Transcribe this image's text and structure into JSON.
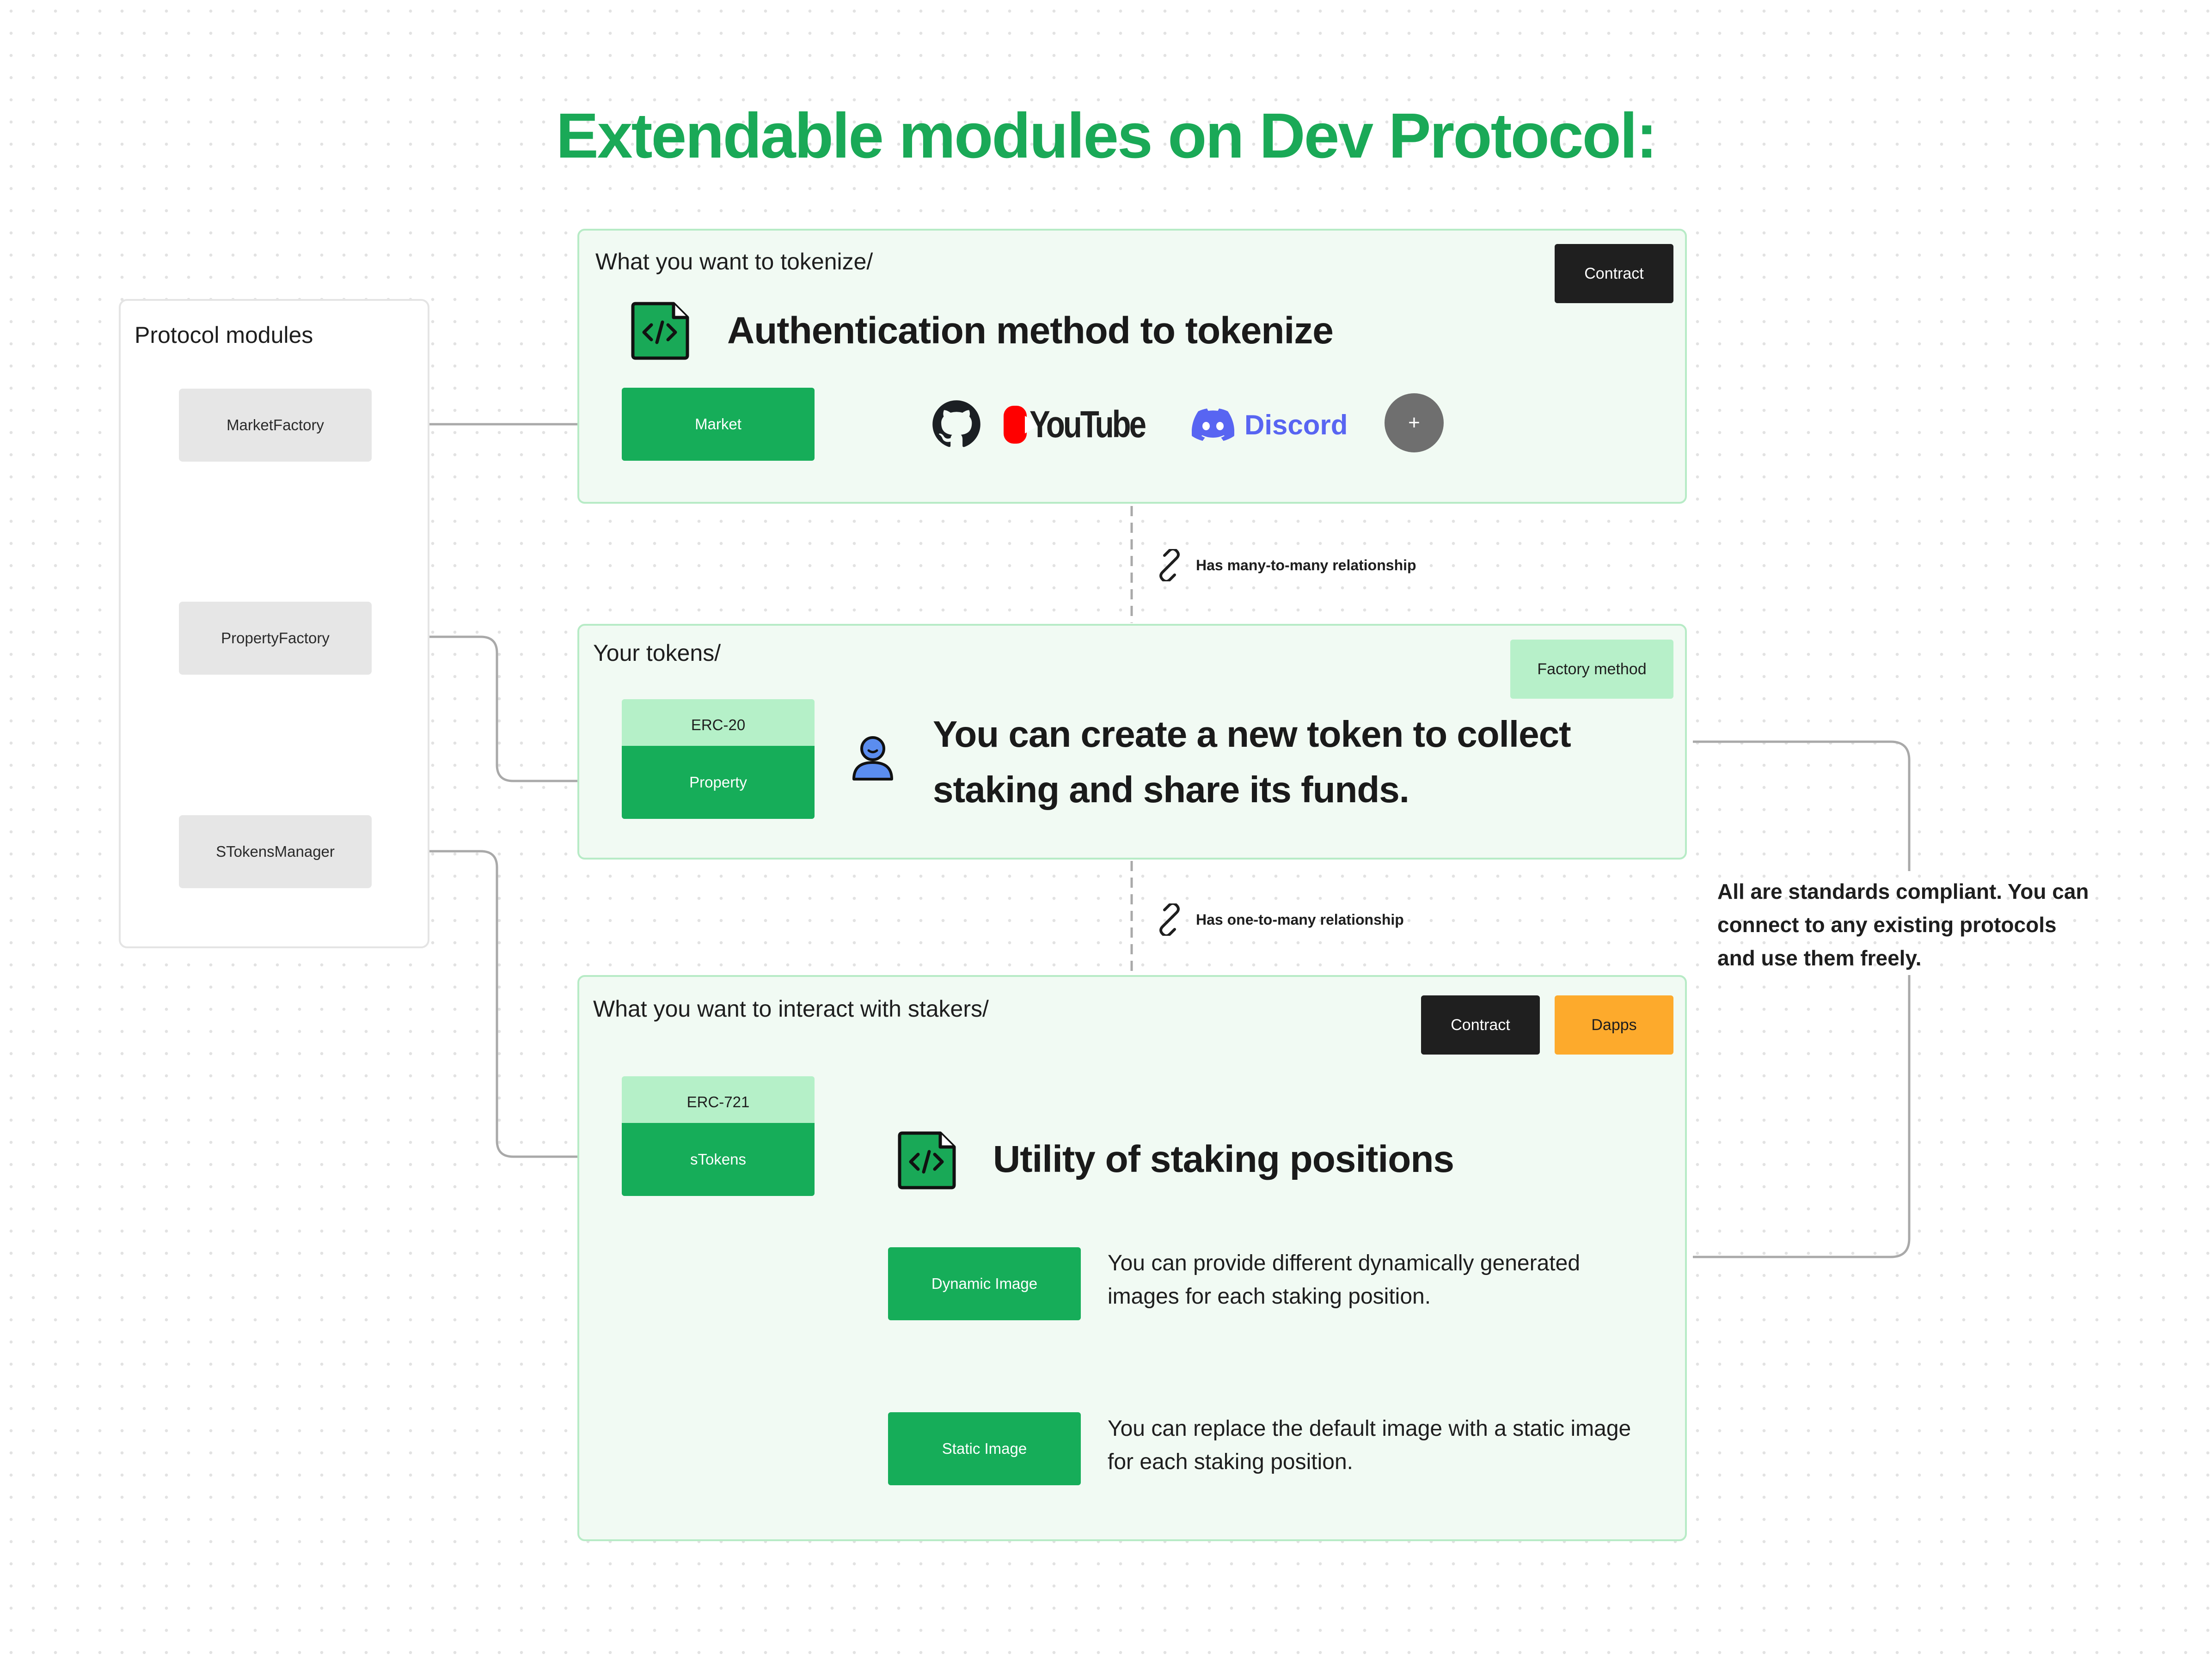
{
  "title": "Extendable modules on Dev Protocol:",
  "modules": {
    "label": "Protocol modules",
    "items": [
      "MarketFactory",
      "PropertyFactory",
      "STokensManager"
    ]
  },
  "panel1": {
    "label": "What you want to tokenize/",
    "tag": "Contract",
    "heading": "Authentication method to tokenize",
    "market": "Market",
    "logos": {
      "youtube": "YouTube",
      "discord": "Discord",
      "more": "+"
    }
  },
  "relation1": "Has many-to-many relationship",
  "panel2": {
    "label": "Your tokens/",
    "tag": "Factory method",
    "standard": "ERC-20",
    "property": "Property",
    "heading_line1": "You can create a new token to collect",
    "heading_line2": "staking and share its funds."
  },
  "relation2": "Has one-to-many relationship",
  "panel3": {
    "label": "What you want to interact with stakers/",
    "tag_contract": "Contract",
    "tag_dapps": "Dapps",
    "standard": "ERC-721",
    "stokens": "sTokens",
    "heading": "Utility of staking positions",
    "dynamic": "Dynamic Image",
    "dynamic_desc_1": "You can provide different dynamically generated",
    "dynamic_desc_2": "images for each staking position.",
    "static": "Static Image",
    "static_desc_1": "You can replace the default image with a static image",
    "static_desc_2": "for each staking position."
  },
  "side_note": {
    "line1": "All are standards compliant. You can",
    "line2": "connect to any existing protocols",
    "line3": "and use them freely."
  },
  "colors": {
    "title": "#1aa957",
    "green": "#16ad59",
    "mint": "#b5f0c8",
    "panel_bg": "#f1faf3",
    "dark": "#1f1f1f",
    "orange": "#fdaa2c",
    "discord": "#5865f2",
    "youtube_red": "#ff0000"
  }
}
